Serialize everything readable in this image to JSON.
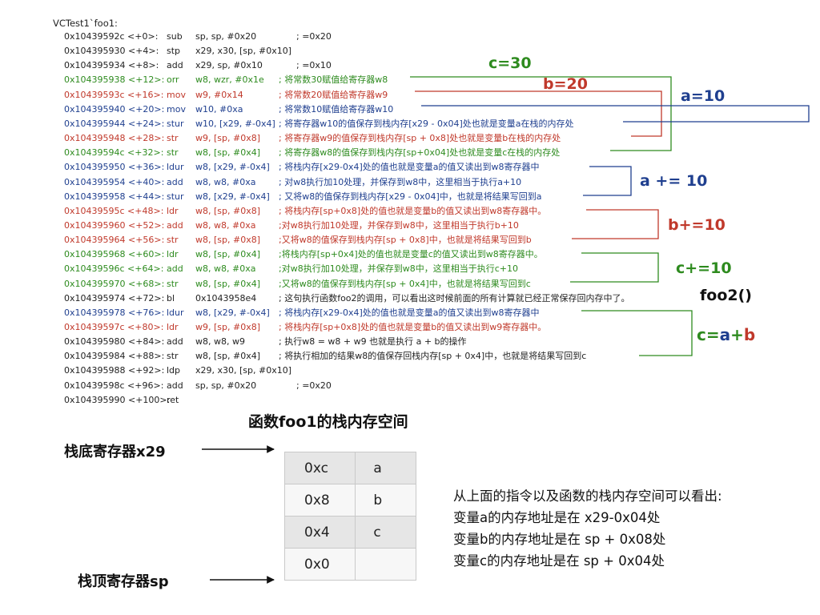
{
  "code": {
    "header": "VCTest1`foo1:",
    "lines": [
      {
        "addr": "0x10439592c <+0>:",
        "op": "sub",
        "args": "sp, sp, #0x20",
        "comment": "; =0x20",
        "color": "black"
      },
      {
        "addr": "0x104395930 <+4>:",
        "op": "stp",
        "args": "x29, x30, [sp, #0x10]",
        "comment": "",
        "color": "black"
      },
      {
        "addr": "0x104395934 <+8>:",
        "op": "add",
        "args": "x29, sp, #0x10",
        "comment": "; =0x10",
        "color": "black"
      },
      {
        "addr": "0x104395938 <+12>:",
        "op": "orr",
        "args": "w8, wzr, #0x1e",
        "comment": "; 将常数30赋值给寄存器w8",
        "color": "green"
      },
      {
        "addr": "0x10439593c <+16>:",
        "op": "mov",
        "args": "w9, #0x14",
        "comment": "; 将常数20赋值给寄存器w9",
        "color": "red"
      },
      {
        "addr": "0x104395940 <+20>:",
        "op": "mov",
        "args": "w10, #0xa",
        "comment": "; 将常数10赋值给寄存器w10",
        "color": "blue"
      },
      {
        "addr": "0x104395944 <+24>:",
        "op": "stur",
        "args": "w10, [x29, #-0x4]",
        "comment": "; 将寄存器w10的值保存到栈内存[x29 - 0x04]处也就是变量a在栈的内存处",
        "color": "blue"
      },
      {
        "addr": "0x104395948 <+28>:",
        "op": "str",
        "args": "w9, [sp, #0x8]",
        "comment": "; 将寄存器w9的值保存到栈内存[sp + 0x8]处也就是变量b在栈的内存处",
        "color": "red"
      },
      {
        "addr": "0x10439594c <+32>:",
        "op": "str",
        "args": "w8, [sp, #0x4]",
        "comment": "; 将寄存器w8的值保存到栈内存[sp+0x04]处也就是变量c在栈的内存处",
        "color": "green"
      },
      {
        "addr": "0x104395950 <+36>:",
        "op": "ldur",
        "args": "w8, [x29, #-0x4]",
        "comment": "; 将栈内存[x29-0x4]处的值也就是变量a的值又读出到w8寄存器中",
        "color": "blue"
      },
      {
        "addr": "0x104395954 <+40>:",
        "op": "add",
        "args": "w8, w8, #0xa",
        "comment": "; 对w8执行加10处理，并保存到w8中，这里相当于执行a+10",
        "color": "blue"
      },
      {
        "addr": "0x104395958 <+44>:",
        "op": "stur",
        "args": "w8, [x29, #-0x4]",
        "comment": "; 又将w8的值保存到栈内存[x29 - 0x04]中，也就是将结果写回到a",
        "color": "blue"
      },
      {
        "addr": "0x10439595c <+48>:",
        "op": "ldr",
        "args": "w8, [sp, #0x8]",
        "comment": "; 将栈内存[sp+0x8]处的值也就是变量b的值又读出到w8寄存器中。",
        "color": "red"
      },
      {
        "addr": "0x104395960 <+52>:",
        "op": "add",
        "args": "w8, w8, #0xa",
        "comment": ";对w8执行加10处理，并保存到w8中，这里相当于执行b+10",
        "color": "red"
      },
      {
        "addr": "0x104395964 <+56>:",
        "op": "str",
        "args": "w8, [sp, #0x8]",
        "comment": ";又将w8的值保存到栈内存[sp + 0x8]中，也就是将结果写回到b",
        "color": "red"
      },
      {
        "addr": "0x104395968 <+60>:",
        "op": "ldr",
        "args": "w8, [sp, #0x4]",
        "comment": ";将栈内存[sp+0x4]处的值也就是变量c的值又读出到w8寄存器中。",
        "color": "green"
      },
      {
        "addr": "0x10439596c <+64>:",
        "op": "add",
        "args": "w8, w8, #0xa",
        "comment": ";对w8执行加10处理，并保存到w8中，这里相当于执行c+10",
        "color": "green"
      },
      {
        "addr": "0x104395970 <+68>:",
        "op": "str",
        "args": "w8, [sp, #0x4]",
        "comment": ";又将w8的值保存到栈内存[sp + 0x4]中，也就是将结果写回到c",
        "color": "green"
      },
      {
        "addr": "0x104395974 <+72>:",
        "op": "bl",
        "args": "0x1043958e4",
        "comment": "; 这句执行函数foo2的调用，可以看出这时候前面的所有计算就已经正常保存回内存中了。",
        "color": "black"
      },
      {
        "addr": "0x104395978 <+76>:",
        "op": "ldur",
        "args": "w8, [x29, #-0x4]",
        "comment": "; 将栈内存[x29-0x4]处的值也就是变量a的值又读出到w8寄存器中",
        "color": "blue"
      },
      {
        "addr": "0x10439597c <+80>:",
        "op": "ldr",
        "args": "w9, [sp, #0x8]",
        "comment": "; 将栈内存[sp+0x8]处的值也就是变量b的值又读出到w9寄存器中。",
        "color": "red"
      },
      {
        "addr": "0x104395980 <+84>:",
        "op": "add",
        "args": "w8, w8, w9",
        "comment": "; 执行w8 = w8 + w9 也就是执行 a + b的操作",
        "color": "black"
      },
      {
        "addr": "0x104395984 <+88>:",
        "op": "str",
        "args": "w8, [sp, #0x4]",
        "comment": "; 将执行相加的结果w8的值保存回栈内存[sp + 0x4]中，也就是将结果写回到c",
        "color": "black"
      },
      {
        "addr": "0x104395988 <+92>:",
        "op": "ldp",
        "args": "x29, x30, [sp, #0x10]",
        "comment": "",
        "color": "black"
      },
      {
        "addr": "0x10439598c <+96>:",
        "op": "add",
        "args": "sp, sp, #0x20",
        "comment": "; =0x20",
        "color": "black"
      },
      {
        "addr": "0x104395990 <+100>:",
        "op": "ret",
        "args": "",
        "comment": "",
        "color": "black"
      }
    ]
  },
  "annotations": {
    "c_init": "c=30",
    "b_init": "b=20",
    "a_init": "a=10",
    "a_add": "a += 10",
    "b_add": "b+=10",
    "c_add": "c+=10",
    "foo2_call": "foo2()",
    "sum_c": "c=",
    "sum_a": "a",
    "sum_plus": "+",
    "sum_b": "b"
  },
  "diagram": {
    "title": "函数foo1的栈内存空间",
    "x29_label": "栈底寄存器x29",
    "sp_label": "栈顶寄存器sp",
    "stack_rows": [
      {
        "addr": "0xc",
        "var": "a"
      },
      {
        "addr": "0x8",
        "var": "b"
      },
      {
        "addr": "0x4",
        "var": "c"
      },
      {
        "addr": "0x0",
        "var": ""
      }
    ]
  },
  "summary": {
    "lines": [
      "从上面的指令以及函数的栈内存空间可以看出:",
      "变量a的内存地址是在 x29-0x04处",
      "变量b的内存地址是在 sp + 0x08处",
      "变量c的内存地址是在 sp + 0x04处"
    ]
  },
  "colors": {
    "green": "#2e8b1f",
    "red": "#c0392b",
    "blue": "#1f3f8f",
    "black": "#222222",
    "cell_dark": "#e6e6e6",
    "cell_light": "#f7f7f7"
  }
}
